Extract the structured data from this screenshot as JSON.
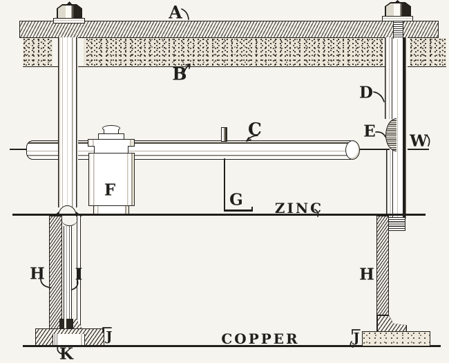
{
  "colors": {
    "ink": "#211f1c",
    "paper": "#f6f4ee"
  },
  "labels": {
    "A": "A",
    "B": "B",
    "C": "C",
    "D": "D",
    "E": "E",
    "F": "F",
    "G": "G",
    "H": "H",
    "I": "I",
    "J": "J",
    "K": "K",
    "W": "W"
  },
  "materials": {
    "zinc": "ZINC",
    "copper": "COPPER"
  }
}
